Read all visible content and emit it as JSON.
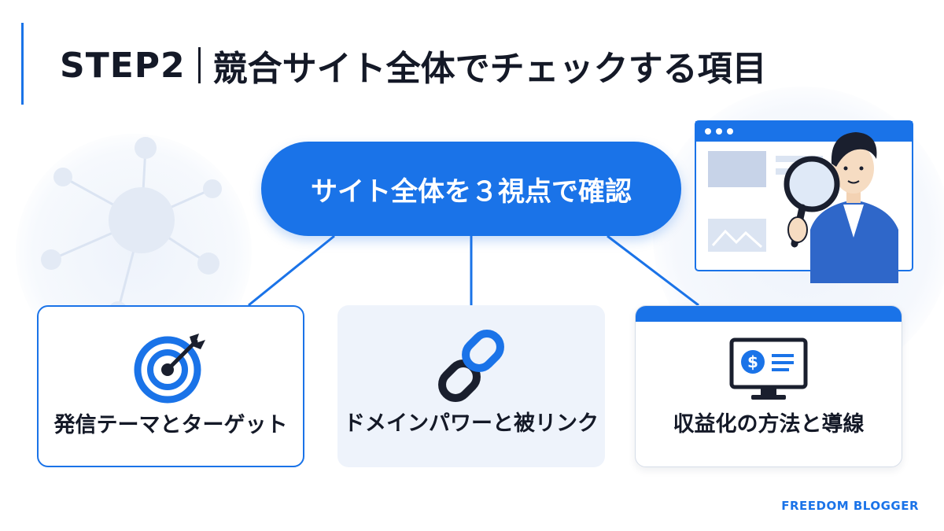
{
  "title": {
    "step": "STEP2",
    "text": "競合サイト全体でチェックする項目"
  },
  "center_pill": {
    "text": "サイト全体を３視点で確認"
  },
  "cards": [
    {
      "label": "発信テーマとターゲット",
      "icon": "target-arrow-icon"
    },
    {
      "label": "ドメインパワーと被リンク",
      "icon": "chain-link-icon"
    },
    {
      "label": "収益化の方法と導線",
      "icon": "monitor-dollar-icon"
    }
  ],
  "footer": {
    "brand": "FREEDOM BLOGGER"
  },
  "colors": {
    "accent": "#1a73e8",
    "text": "#141927",
    "light_bg": "#eef3fb"
  }
}
